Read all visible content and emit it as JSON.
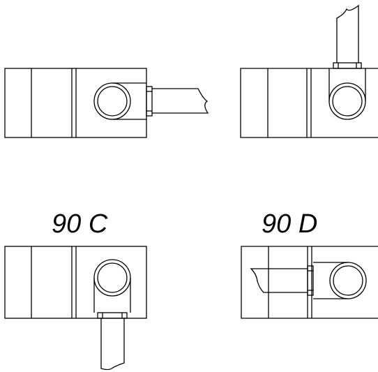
{
  "diagram": {
    "variants": [
      {
        "id": "a",
        "label": ""
      },
      {
        "id": "b",
        "label": ""
      },
      {
        "id": "c",
        "label": "90 C"
      },
      {
        "id": "d",
        "label": "90 D"
      }
    ],
    "colors": {
      "stroke": "#000000",
      "background": "#ffffff"
    }
  }
}
